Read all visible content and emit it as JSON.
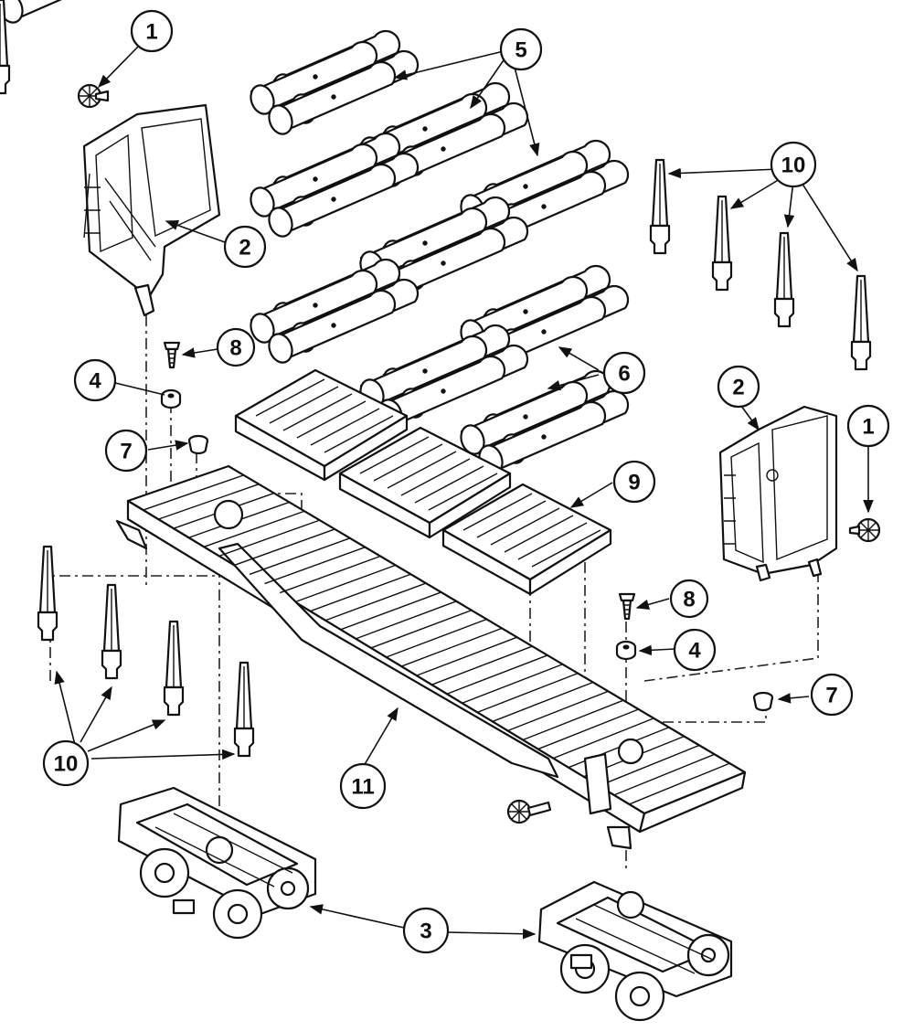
{
  "callouts": {
    "c1a": "1",
    "c1b": "1",
    "c2a": "2",
    "c2b": "2",
    "c3": "3",
    "c4a": "4",
    "c4b": "4",
    "c5": "5",
    "c6": "6",
    "c7a": "7",
    "c7b": "7",
    "c8a": "8",
    "c8b": "8",
    "c9": "9",
    "c10a": "10",
    "c10b": "10",
    "c11": "11"
  },
  "colors": {
    "ink": "#111111",
    "paper": "#ffffff"
  }
}
